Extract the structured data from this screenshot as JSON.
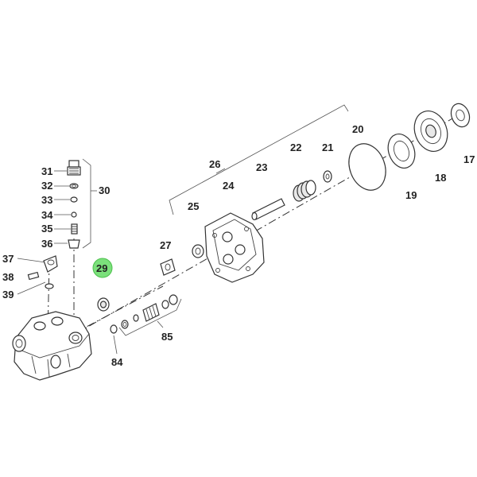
{
  "diagram": {
    "highlight_color": "#7be07b",
    "labels": {
      "p17": "17",
      "p18": "18",
      "p19": "19",
      "p20": "20",
      "p21": "21",
      "p22": "22",
      "p23": "23",
      "p24": "24",
      "p25": "25",
      "p26": "26",
      "p27": "27",
      "p29": "29",
      "p30": "30",
      "p31": "31",
      "p32": "32",
      "p33": "33",
      "p34": "34",
      "p35": "35",
      "p36": "36",
      "p37": "37",
      "p38": "38",
      "p39": "39",
      "p84": "84",
      "p85": "85"
    },
    "highlighted_part": "29"
  }
}
